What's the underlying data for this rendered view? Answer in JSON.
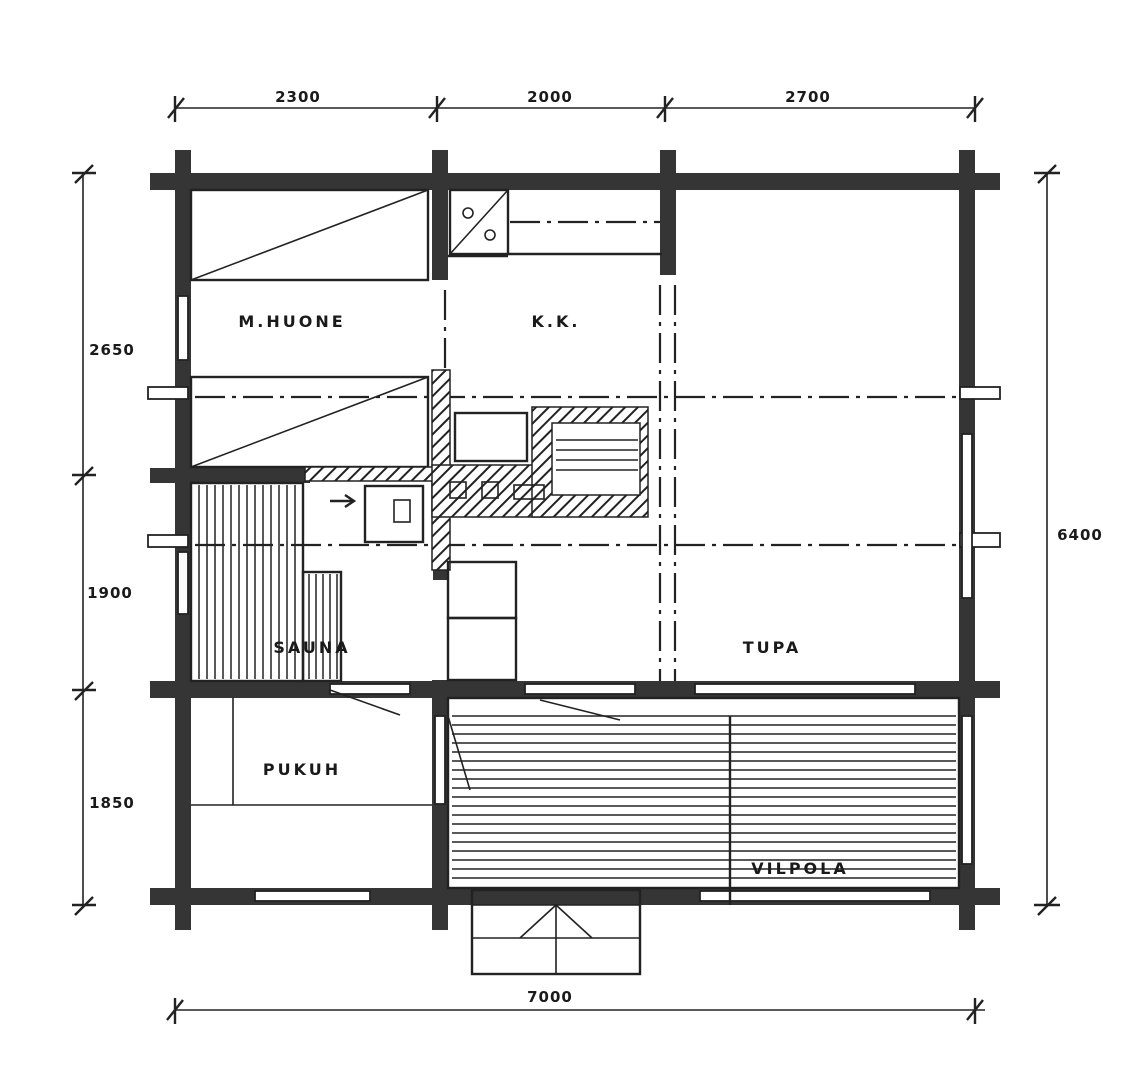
{
  "dimensions": {
    "top": [
      "2300",
      "2000",
      "2700"
    ],
    "left": [
      "2650",
      "1900",
      "1850"
    ],
    "right": "6400",
    "bottom": "7000"
  },
  "rooms": {
    "m_huone": "M.HUONE",
    "kk": "K.K.",
    "sauna": "SAUNA",
    "tupa": "TUPA",
    "pukuh": "PUKUH",
    "veranta": "VILPOLA"
  }
}
